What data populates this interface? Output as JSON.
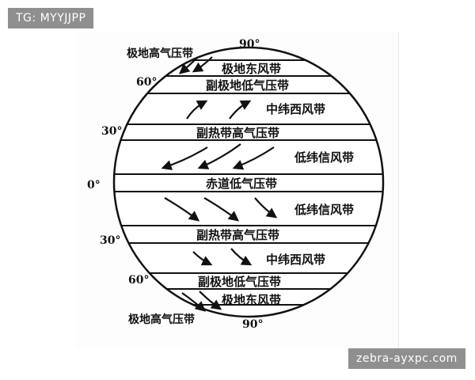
{
  "watermarks": {
    "top_left": "TG: MYYJJPP",
    "bottom_right": "zebra-ayxpc.com"
  },
  "latitudes": {
    "north_pole": "90°",
    "n60": "60°",
    "n30": "30°",
    "equator": "0°",
    "s30": "30°",
    "s60": "60°",
    "south_pole": "90°"
  },
  "outside_labels": {
    "north_polar_high": "极地高气压带",
    "south_polar_high": "极地高气压带"
  },
  "pressure_belts": {
    "n_subpolar_low": "副极地低气压带",
    "n_subtropical_high": "副热带高气压带",
    "equatorial_low": "赤道低气压带",
    "s_subtropical_high": "副热带高气压带",
    "s_subpolar_low": "副极地低气压带"
  },
  "wind_belts": {
    "n_polar_easterlies": "极地东风带",
    "n_westerlies": "中纬西风带",
    "n_trades": "低纬信风带",
    "s_trades": "低纬信风带",
    "s_westerlies": "中纬西风带",
    "s_polar_easterlies": "极地东风带"
  },
  "colors": {
    "ink": "#111111",
    "watermark_bg": "#8f8f8f",
    "watermark_text": "#ffffff"
  }
}
